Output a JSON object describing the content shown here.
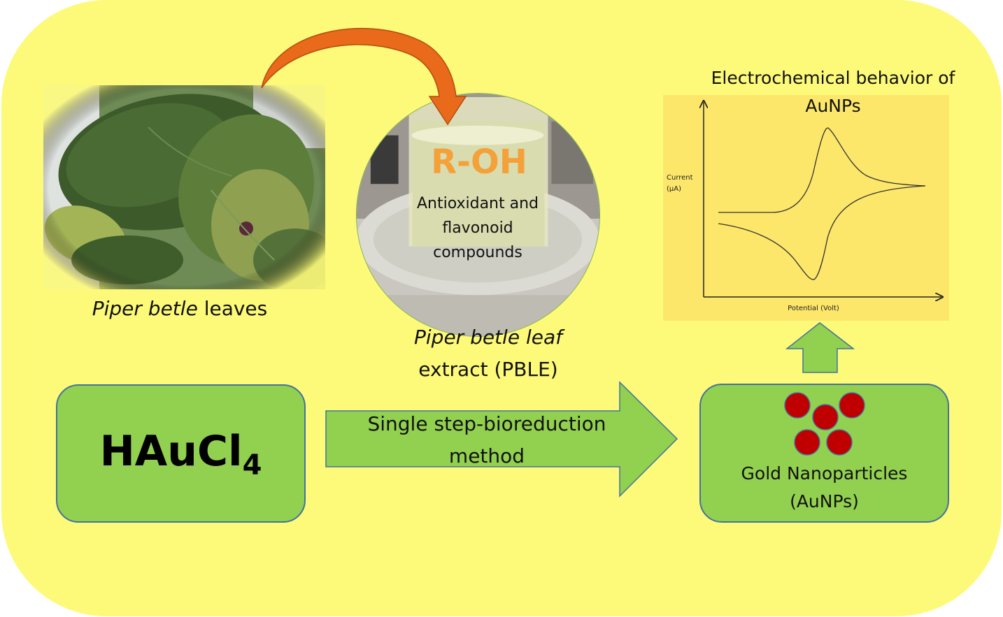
{
  "leaves": {
    "label_italic": "Piper betle",
    "label_rest": " leaves"
  },
  "extract": {
    "compound_formula": "R-OH",
    "compound_desc_line1": "Antioxidant and",
    "compound_desc_line2": "flavonoid",
    "compound_desc_line3": "compounds",
    "label_line1_italic": "Piper betle leaf",
    "label_line2": "extract (PBLE)"
  },
  "graph": {
    "title_line1": "Electrochemical behavior of",
    "title_line2": "AuNPs",
    "ylabel_line1": "Current",
    "ylabel_line2": "(µA)",
    "xlabel": "Potential (Volt)"
  },
  "precursor": {
    "formula_base": "HAuCl",
    "formula_subscript": "4"
  },
  "process": {
    "line1": "Single step-bioreduction",
    "line2": "method"
  },
  "product": {
    "line1": "Gold Nanoparticles",
    "line2": "(AuNPs)"
  },
  "colors": {
    "background": "#fdfa7a",
    "box_fill": "#92d050",
    "box_border": "#43729d",
    "nanoparticle": "#c00000",
    "curved_arrow": "#e86a1a",
    "formula_text": "#f4a13a",
    "graph_bg": "#fde76a"
  }
}
